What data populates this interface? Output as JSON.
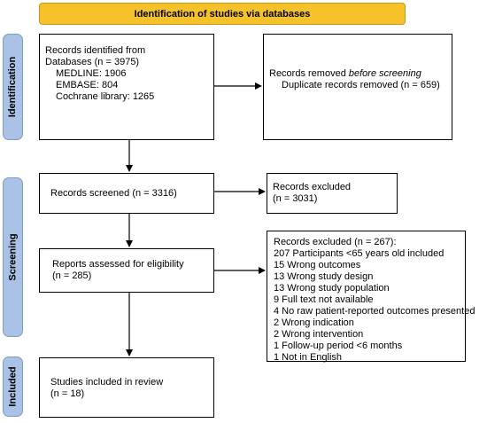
{
  "header": {
    "title": "Identification of studies via databases"
  },
  "stages": {
    "identification": "Identification",
    "screening": "Screening",
    "included": "Included"
  },
  "boxes": {
    "identified": {
      "title": "Records identified from",
      "line2": "Databases (n = 3975)",
      "sources": [
        "MEDLINE: 1906",
        "EMBASE: 804",
        "Cochrane library: 1265"
      ]
    },
    "removed": {
      "prefix": "Records removed ",
      "emph": "before screening",
      "detail": "Duplicate records removed (n = 659)"
    },
    "screened": {
      "text": "Records screened (n = 3316)"
    },
    "excluded": {
      "line1": "Records excluded",
      "line2": "(n = 3031)"
    },
    "assessed": {
      "line1": "Reports assessed for eligibility",
      "line2": "(n = 285)"
    },
    "reports_excluded": {
      "title": "Records excluded (n = 267):",
      "reasons": [
        "207 Participants <65 years old included",
        "15 Wrong outcomes",
        "13 Wrong study design",
        "13 Wrong study population",
        "9 Full text not available",
        "4 No raw patient-reported outcomes presented",
        "2 Wrong indication",
        "2 Wrong intervention",
        "1 Follow-up period <6 months",
        "1 Not in English"
      ]
    },
    "included": {
      "line1": "Studies included in review",
      "line2": "(n = 18)"
    }
  }
}
